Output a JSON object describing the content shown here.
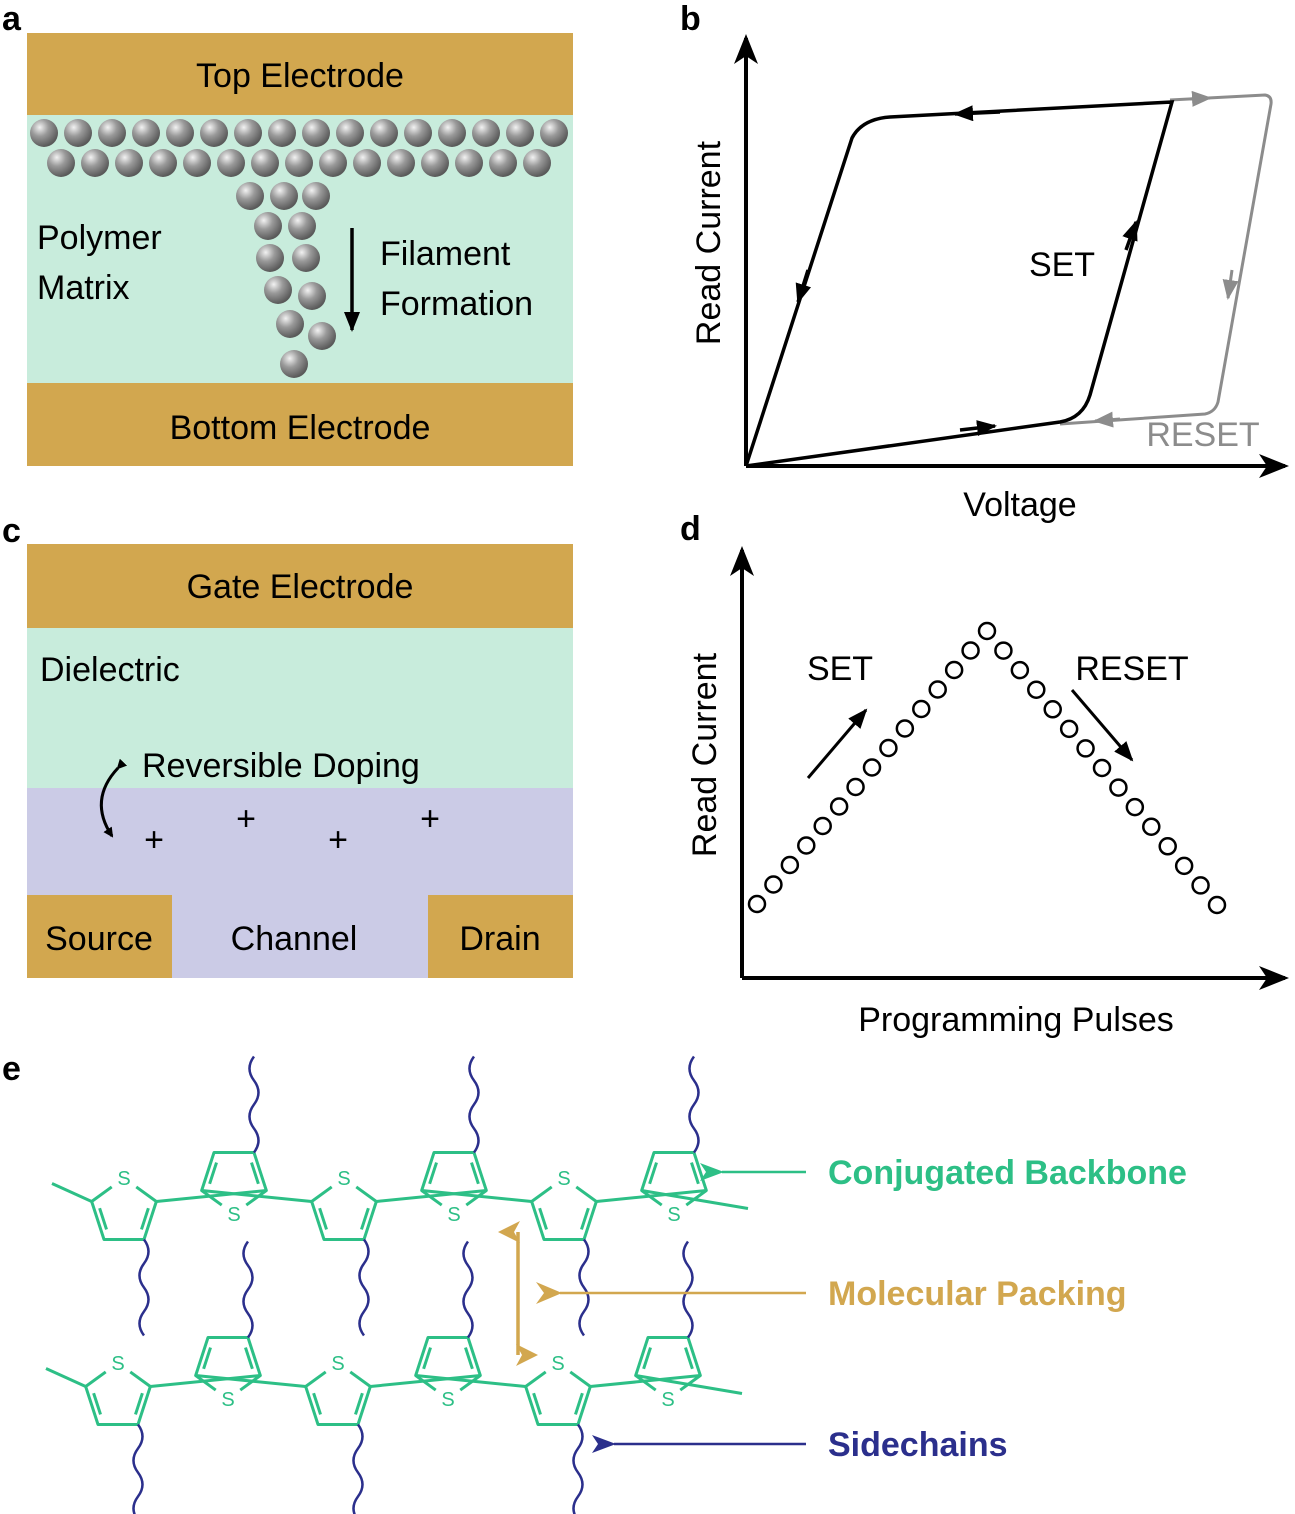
{
  "panels": {
    "a": {
      "letter": "a",
      "top_electrode": "Top Electrode",
      "polymer_matrix_line1": "Polymer",
      "polymer_matrix_line2": "Matrix",
      "filament_line1": "Filament",
      "filament_line2": "Formation",
      "bottom_electrode": "Bottom Electrode"
    },
    "b": {
      "letter": "b",
      "ylabel": "Read Current",
      "xlabel": "Voltage",
      "set_label": "SET",
      "reset_label": "RESET"
    },
    "c": {
      "letter": "c",
      "gate_electrode": "Gate Electrode",
      "dielectric": "Dielectric",
      "reversible_doping": "Reversible Doping",
      "plus": "+",
      "source": "Source",
      "channel": "Channel",
      "drain": "Drain"
    },
    "d": {
      "letter": "d",
      "ylabel": "Read Current",
      "xlabel": "Programming Pulses",
      "set_label": "SET",
      "reset_label": "RESET",
      "set_pulses": 14,
      "reset_pulses": 14
    },
    "e": {
      "letter": "e",
      "sulfur": "S",
      "backbone_label": "Conjugated Backbone",
      "packing_label": "Molecular Packing",
      "sidechain_label": "Sidechains"
    }
  },
  "colors": {
    "electrode": "#d2a74f",
    "polymer": "#c8ecdc",
    "channel": "#cbcbe6",
    "backbone": "#2dbf86",
    "packing": "#d2a74f",
    "sidechain": "#2b2f8c",
    "reset_curve": "#8c8c8c"
  }
}
